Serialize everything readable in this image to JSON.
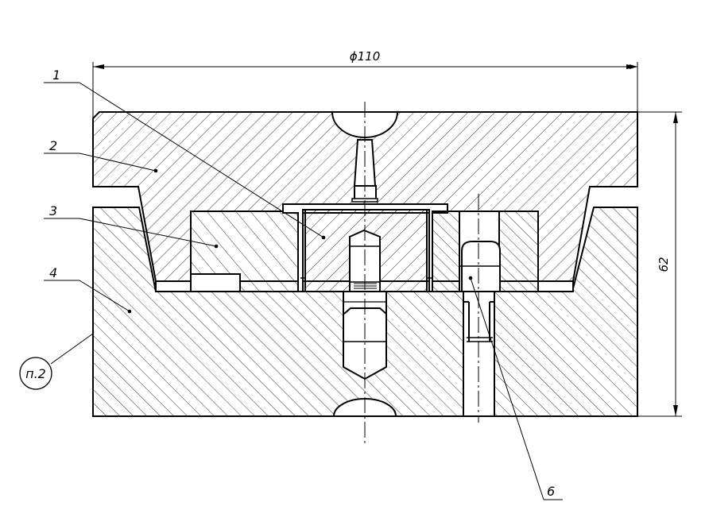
{
  "dimensions": {
    "width_label": "ϕ110",
    "height_label": "62"
  },
  "callouts": [
    {
      "id": "leader-1",
      "text": "1"
    },
    {
      "id": "leader-2",
      "text": "2"
    },
    {
      "id": "leader-3",
      "text": "3"
    },
    {
      "id": "leader-4",
      "text": "4"
    },
    {
      "id": "leader-6",
      "text": "6"
    }
  ],
  "note": {
    "text": "п.2"
  },
  "colors": {
    "line": "#000000",
    "background": "#ffffff"
  }
}
